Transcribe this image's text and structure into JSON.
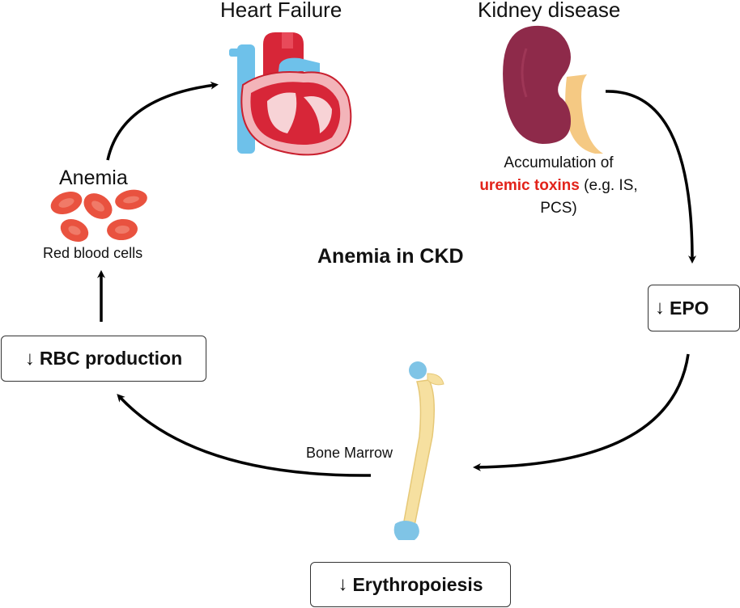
{
  "title": "Anemia in CKD",
  "nodes": {
    "heart_failure": "Heart Failure",
    "kidney_disease": "Kidney disease",
    "toxins_prefix": "Accumulation of",
    "toxins_highlight": "uremic toxins",
    "toxins_suffix_1": " (e.g. IS,",
    "toxins_suffix_2": "PCS)",
    "epo": "EPO",
    "erythropoiesis": "Erythropoiesis",
    "bone_marrow": "Bone Marrow",
    "rbc_production": "RBC production",
    "anemia": "Anemia",
    "red_blood_cells": "Red blood cells",
    "down_arrow": "↓"
  },
  "colors": {
    "highlight": "#e2231a",
    "kidney": "#8e2a4a",
    "ureter": "#f5c983",
    "rbc": "#e9523f",
    "bone": "#f6e0a0",
    "bone_end": "#7fc4e6",
    "heart_red": "#d72638",
    "heart_pink": "#f3b4b9",
    "vessel_blue": "#6ec1ea"
  }
}
